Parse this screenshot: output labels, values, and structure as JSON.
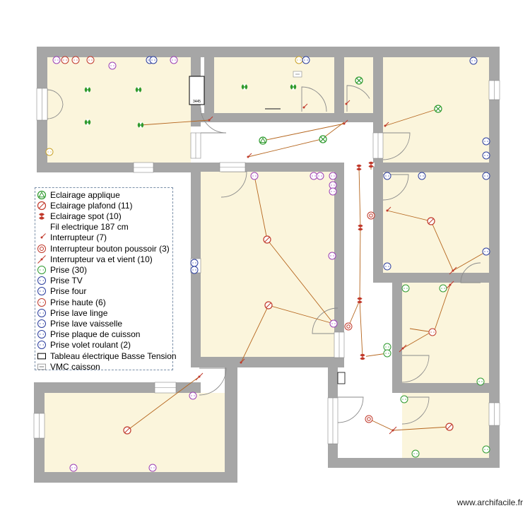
{
  "legend": {
    "items": [
      {
        "symbol": "applique",
        "label": "Eclairage applique",
        "color": "#2e9a2e"
      },
      {
        "symbol": "plafond",
        "label": "Eclairage plafond (11)",
        "color": "#c0392b"
      },
      {
        "symbol": "spot",
        "label": "Eclairage spot (10)",
        "color": "#c0392b"
      },
      {
        "symbol": "wire",
        "label": "Fil electrique 187 cm",
        "color": "#b5651d"
      },
      {
        "symbol": "interrupteur",
        "label": "Interrupteur (7)",
        "color": "#c0392b"
      },
      {
        "symbol": "poussoir",
        "label": "Interrupteur bouton poussoir (3)",
        "color": "#c0392b"
      },
      {
        "symbol": "va-et-vient",
        "label": "Interrupteur va et vient (10)",
        "color": "#c0392b"
      },
      {
        "symbol": "prise",
        "label": "Prise (30)",
        "color": "#2e9a2e"
      },
      {
        "symbol": "prise-tv",
        "label": "Prise TV",
        "color": "#2c3e9e"
      },
      {
        "symbol": "prise-four",
        "label": "Prise four",
        "color": "#2c3e9e"
      },
      {
        "symbol": "prise-haute",
        "label": "Prise haute (6)",
        "color": "#c0392b"
      },
      {
        "symbol": "prise-lave-linge",
        "label": "Prise lave linge",
        "color": "#2c3e9e"
      },
      {
        "symbol": "prise-lave-vaisselle",
        "label": "Prise lave vaisselle",
        "color": "#2c3e9e"
      },
      {
        "symbol": "prise-plaque",
        "label": "Prise plaque de cuisson",
        "color": "#2c3e9e"
      },
      {
        "symbol": "prise-volet",
        "label": "Prise volet roulant (2)",
        "color": "#2c3e9e"
      },
      {
        "symbol": "tableau",
        "label": "Tableau électrique Basse Tension",
        "color": "#000000"
      },
      {
        "symbol": "vmc",
        "label": "VMC caisson",
        "color": "#000000"
      }
    ]
  },
  "plan": {
    "panel_label": "3445",
    "watermark": "www.archifacile.fr",
    "colors": {
      "wall": "#a6a6a6",
      "floor": "#fbf5dc",
      "wire": "#b5651d",
      "green": "#2e9a2e",
      "red": "#c0392b",
      "blue": "#2c3e9e",
      "purple": "#9b3fb5",
      "door": "#8a8a8a"
    }
  }
}
